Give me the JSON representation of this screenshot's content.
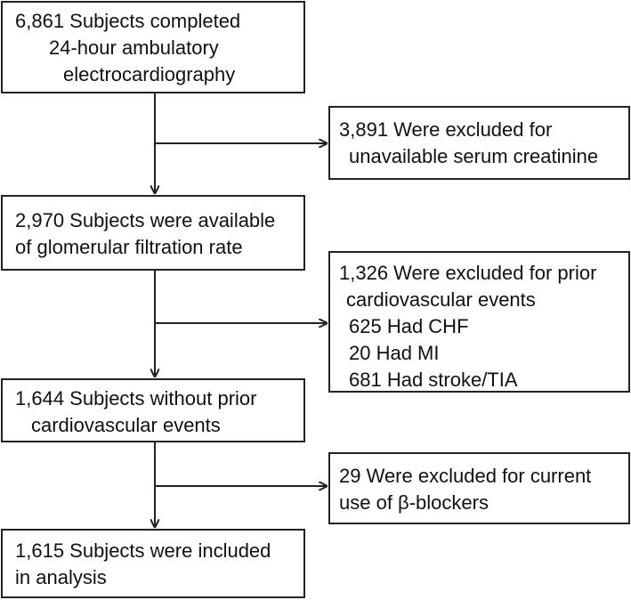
{
  "main_steps": [
    {
      "lines": [
        "6,861 Subjects completed",
        "24-hour ambulatory",
        "electrocardiography"
      ]
    },
    {
      "lines": [
        "2,970 Subjects were available",
        "of glomerular filtration rate"
      ]
    },
    {
      "lines": [
        "1,644 Subjects without prior",
        "cardiovascular events"
      ]
    },
    {
      "lines": [
        "1,615 Subjects were included",
        "in analysis"
      ]
    }
  ],
  "exclusions": [
    {
      "lines": [
        "3,891 Were excluded for",
        "unavailable serum creatinine"
      ]
    },
    {
      "lines": [
        "1,326 Were excluded for prior",
        "cardiovascular events",
        "625 Had CHF",
        "20 Had MI",
        "681 Had stroke/TIA"
      ]
    },
    {
      "lines": [
        "29 Were excluded for current",
        "use of β-blockers"
      ]
    }
  ]
}
